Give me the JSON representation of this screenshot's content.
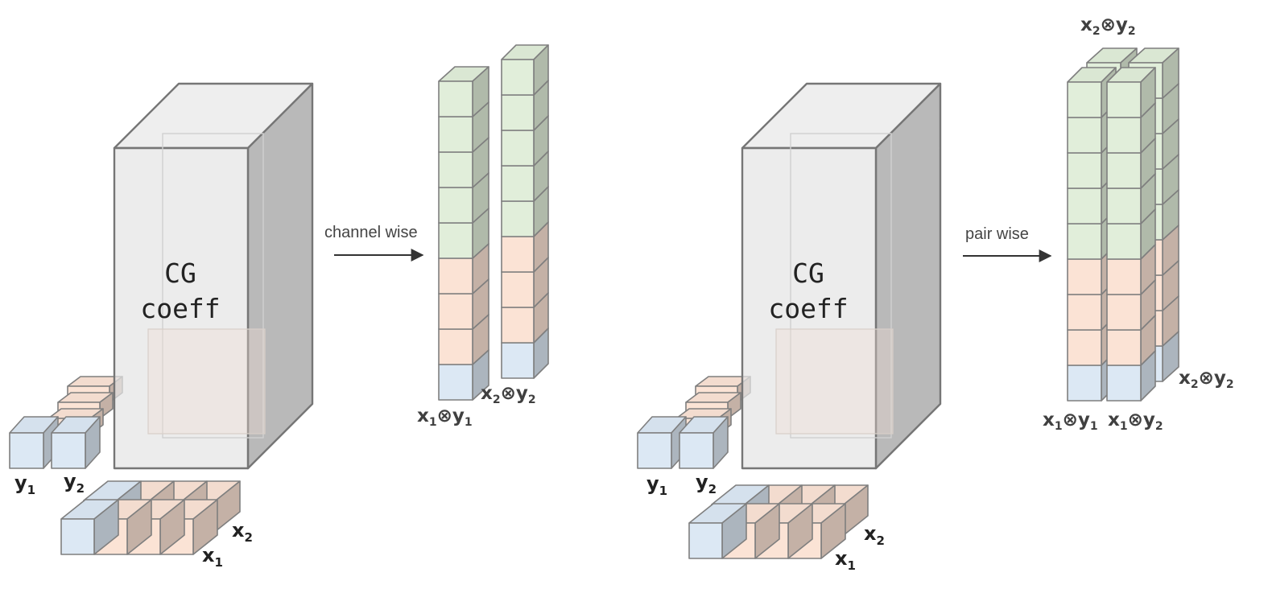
{
  "colors": {
    "blue": "#dce8f4",
    "peach": "#fbe3d5",
    "green": "#e1eeda",
    "box": "#e6e6e6",
    "edge": "#7f7f7f",
    "arrow": "#333333"
  },
  "left_panel": {
    "box_label_line1": "CG",
    "box_label_line2": "coeff",
    "y1_label": "y",
    "y1_sub": "1",
    "y2_label": "y",
    "y2_sub": "2",
    "x1_label": "x",
    "x1_sub": "1",
    "x2_label": "x",
    "x2_sub": "2",
    "arrow_label": "channel wise",
    "out1_label": "x",
    "out1_sub1": "1",
    "out1_mid": "⊗y",
    "out1_sub2": "1",
    "out2_label": "x",
    "out2_sub1": "2",
    "out2_mid": "⊗y",
    "out2_sub2": "2"
  },
  "right_panel": {
    "box_label_line1": "CG",
    "box_label_line2": "coeff",
    "y1_label": "y",
    "y1_sub": "1",
    "y2_label": "y",
    "y2_sub": "2",
    "x1_label": "x",
    "x1_sub": "1",
    "x2_label": "x",
    "x2_sub": "2",
    "arrow_label": "pair wise",
    "top_label": "x",
    "top_sub1": "2",
    "top_mid": "⊗y",
    "top_sub2": "2",
    "side_label": "x",
    "side_sub1": "2",
    "side_mid": "⊗y",
    "side_sub2": "2",
    "out1_label": "x",
    "out1_sub1": "1",
    "out1_mid": "⊗y",
    "out1_sub2": "1",
    "out2_label": "x",
    "out2_sub1": "1",
    "out2_mid": "⊗y",
    "out2_sub2": "2"
  }
}
